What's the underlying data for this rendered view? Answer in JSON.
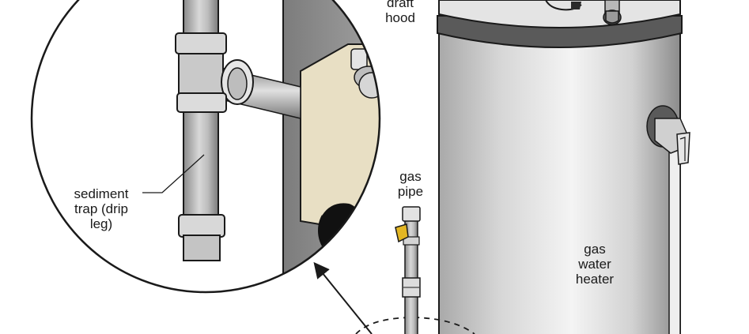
{
  "labels": {
    "draft_hood": "draft\nhood",
    "gas_pipe": "gas\npipe",
    "sediment_trap": "sediment\ntrap (drip\nleg)",
    "gas_water_heater": "gas\nwater\nheater"
  },
  "colors": {
    "outline": "#1a1a1a",
    "pipe_fill": "#c4c4c4",
    "tank_fill": "#d9d9d9",
    "control_box": "#e8dfc4",
    "wall_fill": "#8f8f8f",
    "valve_handle": "#e3b623"
  }
}
